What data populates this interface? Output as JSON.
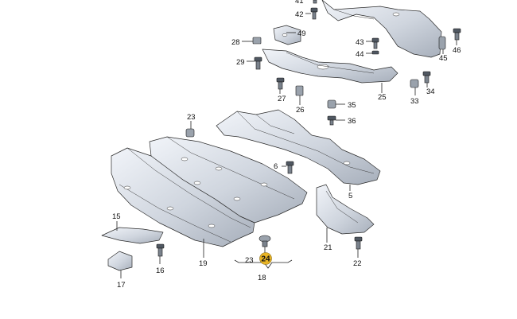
{
  "labels": {
    "l41": "41",
    "l42": "42",
    "l49": "49",
    "l28": "28",
    "l29": "29",
    "l43": "43",
    "l44": "44",
    "l46": "46",
    "l45": "45",
    "l34": "34",
    "l33": "33",
    "l27": "27",
    "l26": "26",
    "l25": "25",
    "l35": "35",
    "l36": "36",
    "l23a": "23",
    "l6": "6",
    "l5": "5",
    "l15": "15",
    "l19": "19",
    "l16": "16",
    "l17": "17",
    "l23b": "23",
    "l24": "24",
    "l18": "18",
    "l21": "21",
    "l22": "22"
  },
  "colors": {
    "part_light": "#eef2f8",
    "part_dark": "#a8b0bc",
    "highlight": "#e8b424"
  }
}
